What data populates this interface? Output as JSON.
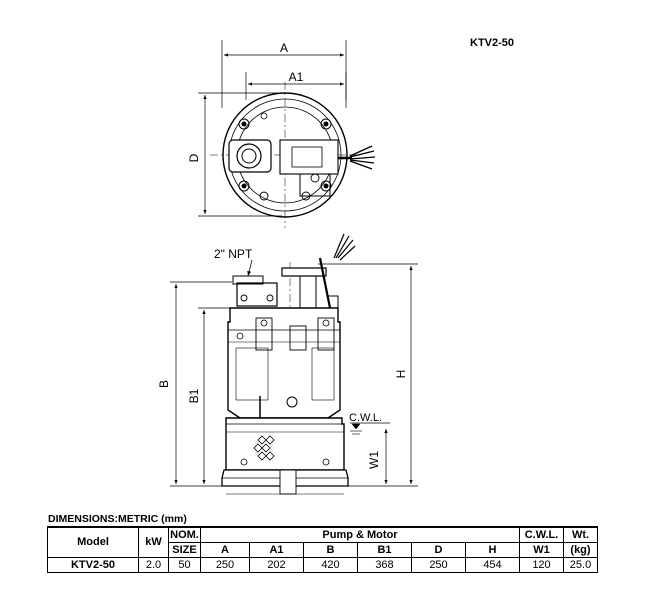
{
  "model_tag": "KTV2-50",
  "labels": {
    "A": "A",
    "A1": "A1",
    "D": "D",
    "B": "B",
    "B1": "B1",
    "H": "H",
    "W1": "W1",
    "npt": "2\" NPT",
    "cwl": "C.W.L."
  },
  "table": {
    "title": "DIMENSIONS:METRIC (mm)",
    "header_model": "Model",
    "header_kw": "kW",
    "header_nom": "NOM.",
    "header_size": "SIZE",
    "header_pump_motor": "Pump & Motor",
    "header_cwl": "C.W.L.",
    "header_wt": "Wt.",
    "header_kg": "(kg)",
    "columns": [
      "A",
      "A1",
      "B",
      "B1",
      "D",
      "H",
      "W1"
    ],
    "row": {
      "model": "KTV2-50",
      "kw": "2.0",
      "size": "50",
      "A": "250",
      "A1": "202",
      "B": "420",
      "B1": "368",
      "D": "250",
      "H": "454",
      "W1": "120",
      "wt": "25.0"
    }
  }
}
